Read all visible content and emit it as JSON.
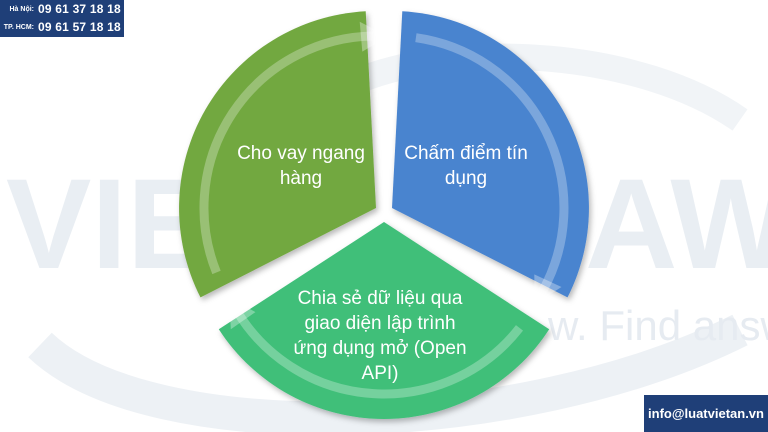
{
  "hotline": {
    "hanoi_label": "Hà Nội:",
    "hanoi_number": "09 61 37 18 18",
    "hcm_label": "TP. HCM:",
    "hcm_number": "09 61 57 18 18"
  },
  "watermark": {
    "brand_left": "VIE",
    "brand_right": "AW",
    "tagline": "w. Find answers."
  },
  "cycle": {
    "segments": [
      {
        "label": "Cho vay ngang hàng",
        "color": "#72a83f"
      },
      {
        "label": "Chấm điểm tín dụng",
        "color": "#4a84cf"
      },
      {
        "label": "Chia sẻ dữ liệu qua giao diện lập trình ứng dụng mở (Open API)",
        "color": "#3fbf79"
      }
    ]
  },
  "contact": {
    "email": "info@luatvietan.vn"
  },
  "colors": {
    "banner": "#1f3f78",
    "watermark": "#e9eef3"
  }
}
